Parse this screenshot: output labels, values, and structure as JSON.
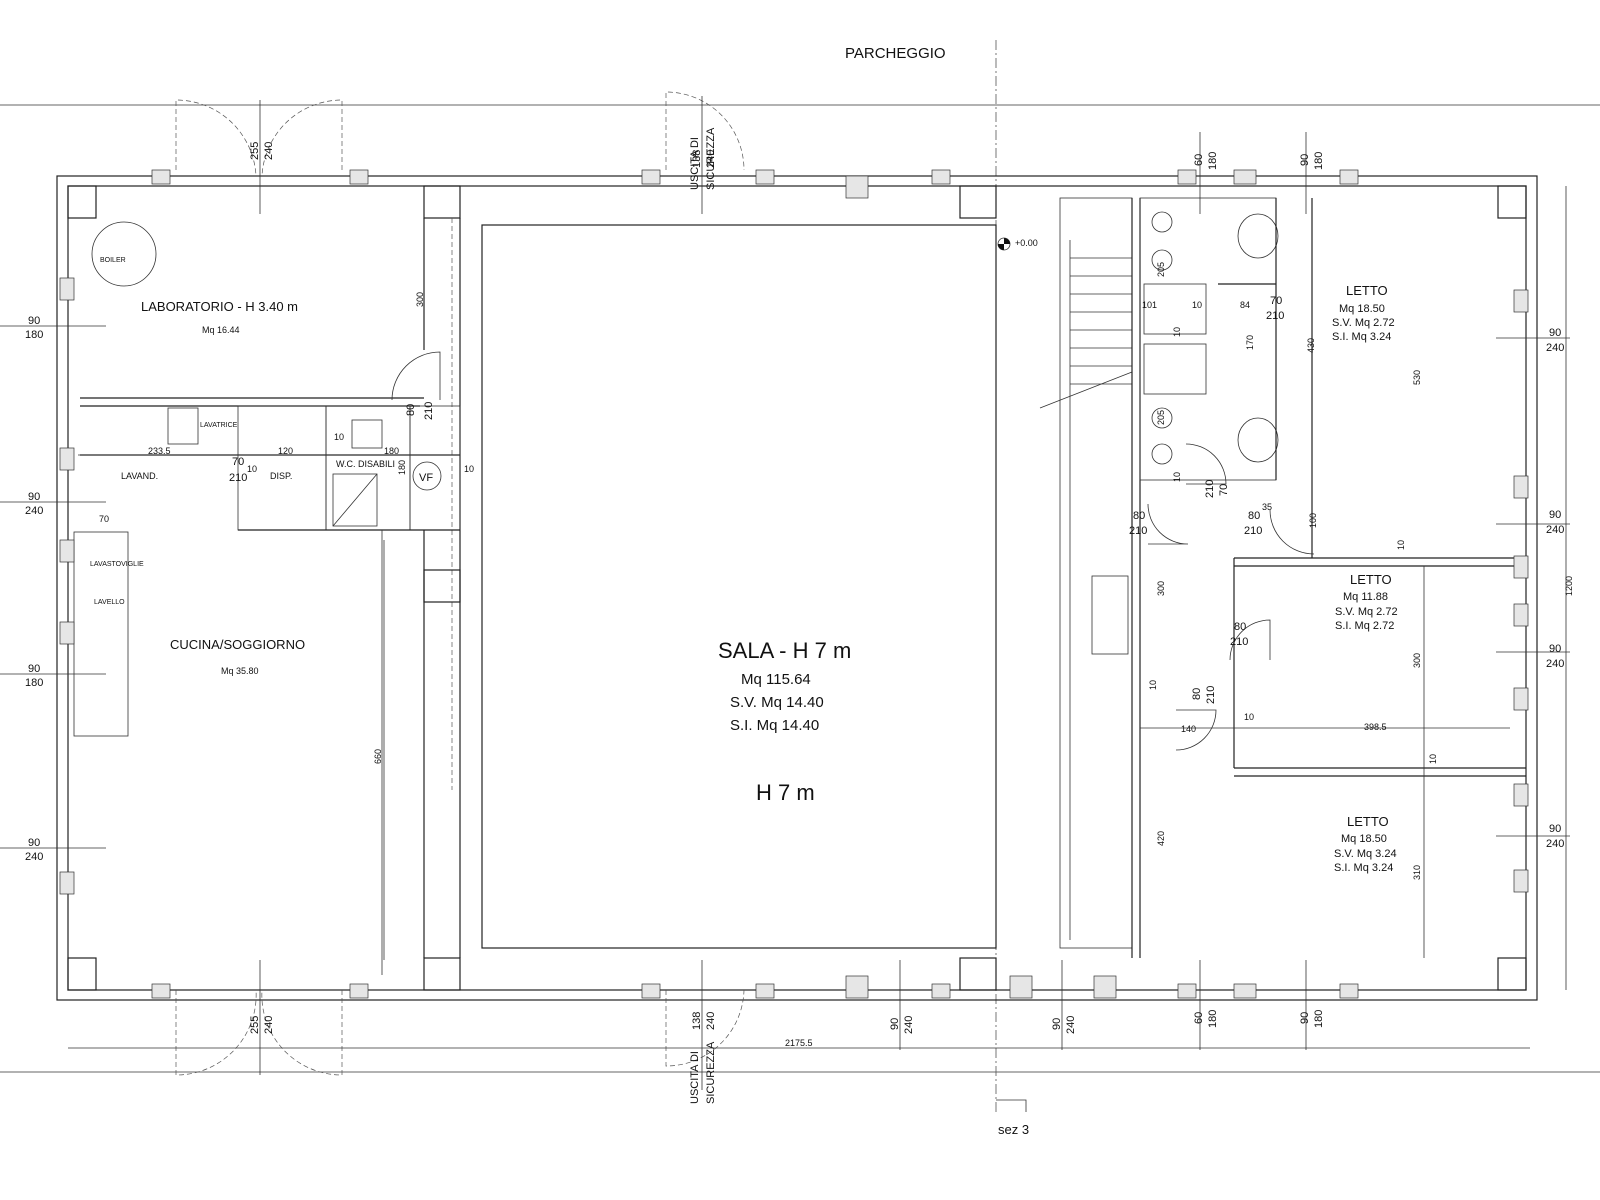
{
  "site": {
    "parking": "PARCHEGGIO",
    "section": "sez 3",
    "level": "+0.00"
  },
  "rooms": {
    "laboratorio": {
      "name": "LABORATORIO - H 3.40 m",
      "area": "Mq    16.44"
    },
    "cucina": {
      "name": "CUCINA/SOGGIORNO",
      "area": "Mq    35.80"
    },
    "sala": {
      "name": "SALA - H 7 m",
      "area": "Mq  115.64",
      "sv": "S.V. Mq 14.40",
      "si": "S.I.  Mq 14.40",
      "height": "H 7 m"
    },
    "letto1": {
      "name": "LETTO",
      "area": "Mq   18.50",
      "sv": "S.V. Mq   2.72",
      "si": "S.I.  Mq   3.24"
    },
    "letto2": {
      "name": "LETTO",
      "area": "Mq   11.88",
      "sv": "S.V. Mq   2.72",
      "si": "S.I.  Mq   2.72"
    },
    "letto3": {
      "name": "LETTO",
      "area": "Mq   18.50",
      "sv": "S.V. Mq   3.24",
      "si": "S.I.  Mq   3.24"
    }
  },
  "fixtures": {
    "boiler": "BOILER",
    "lavatrice": "LAVATRICE",
    "lavand": "LAVAND.",
    "disp": "DISP.",
    "wc": "W.C. DISABILI",
    "vf": "VF",
    "lavastoviglie": "LAVASTOVIGLIE",
    "lavello": "LAVELLO"
  },
  "exits": {
    "line1": "USCITA DI",
    "line2": "SICUREZZA"
  },
  "dims": {
    "d90": "90",
    "d180": "180",
    "d240": "240",
    "d255": "255",
    "d138": "138",
    "d60": "60",
    "d300": "300",
    "d70": "70",
    "d210": "210",
    "d80": "80",
    "d10": "10",
    "d120": "120",
    "d233": "233.5",
    "d205": "205",
    "d101": "101",
    "d84": "84",
    "d170": "170",
    "d430": "430",
    "d530": "530",
    "d35": "35",
    "d100": "100",
    "d1200": "1200",
    "d140": "140",
    "d398": "398.5",
    "d420": "420",
    "d310": "310",
    "d660": "660",
    "total": "2175.5"
  }
}
